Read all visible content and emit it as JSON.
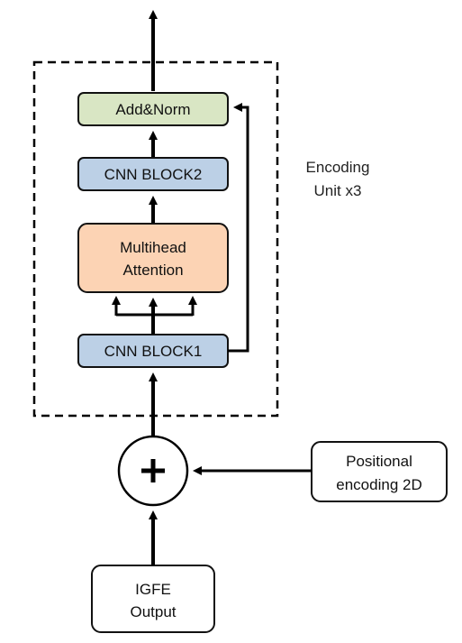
{
  "diagram": {
    "encoder_label": {
      "line1": "Encoding",
      "line2": "Unit x3"
    },
    "add_norm": "Add&Norm",
    "cnn_block2": "CNN BLOCK2",
    "attention": {
      "line1": "Multihead",
      "line2": "Attention"
    },
    "cnn_block1": "CNN BLOCK1",
    "positional": {
      "line1": "Positional",
      "line2": "encoding 2D"
    },
    "igfe": {
      "line1": "IGFE",
      "line2": "Output"
    }
  },
  "colors": {
    "add_norm_fill": "#d9e6c4",
    "cnn_fill": "#bcd0e6",
    "attention_fill": "#fcd3b4",
    "border": "#111111",
    "arrow": "#000000",
    "white_fill": "#ffffff"
  },
  "icons": {
    "sum_node": "plus-in-circle"
  }
}
